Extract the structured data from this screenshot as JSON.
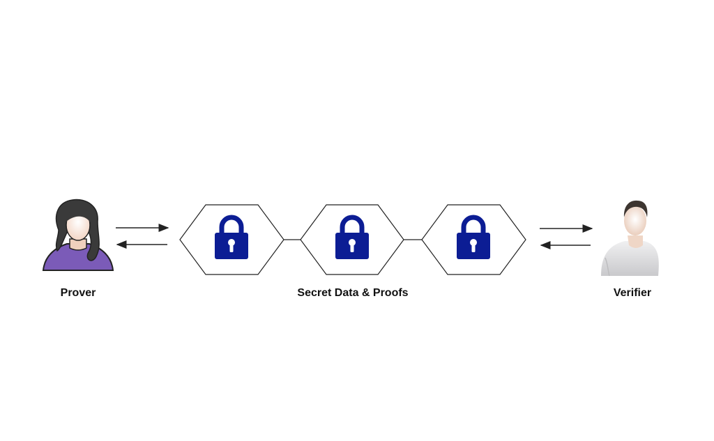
{
  "labels": {
    "prover": "Prover",
    "center": "Secret Data & Proofs",
    "verifier": "Verifier"
  },
  "icons": {
    "prover": "woman-avatar-icon",
    "verifier": "man-avatar-icon",
    "lock": "padlock-icon"
  },
  "colors": {
    "lock": "#0c1d94",
    "prover_shirt": "#7b5bb8",
    "verifier_shirt": "#d9d9db",
    "stroke": "#222222"
  }
}
